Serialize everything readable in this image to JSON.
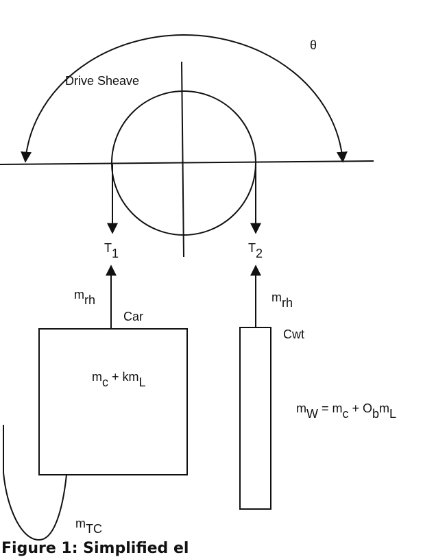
{
  "labels": {
    "theta": "θ",
    "drive_sheave": "Drive Sheave",
    "t1": {
      "main": "T",
      "sub": "1"
    },
    "t2": {
      "main": "T",
      "sub": "2"
    },
    "mrh_left": {
      "main": "m",
      "sub": "rh"
    },
    "mrh_right": {
      "main": "m",
      "sub": "rh"
    },
    "car": "Car",
    "cwt": "Cwt",
    "car_mass": {
      "m1": "m",
      "s1": "c",
      "mid": " + km",
      "s2": "L"
    },
    "cwt_mass": {
      "m1": "m",
      "s1": "W",
      "mid1": " = m",
      "s2": "c",
      "mid2": " + O",
      "s3": "b",
      "mid3": "m",
      "s4": "L"
    },
    "mtc": {
      "main": "m",
      "sub": "TC"
    }
  },
  "caption": "Figure 1: Simplified el"
}
